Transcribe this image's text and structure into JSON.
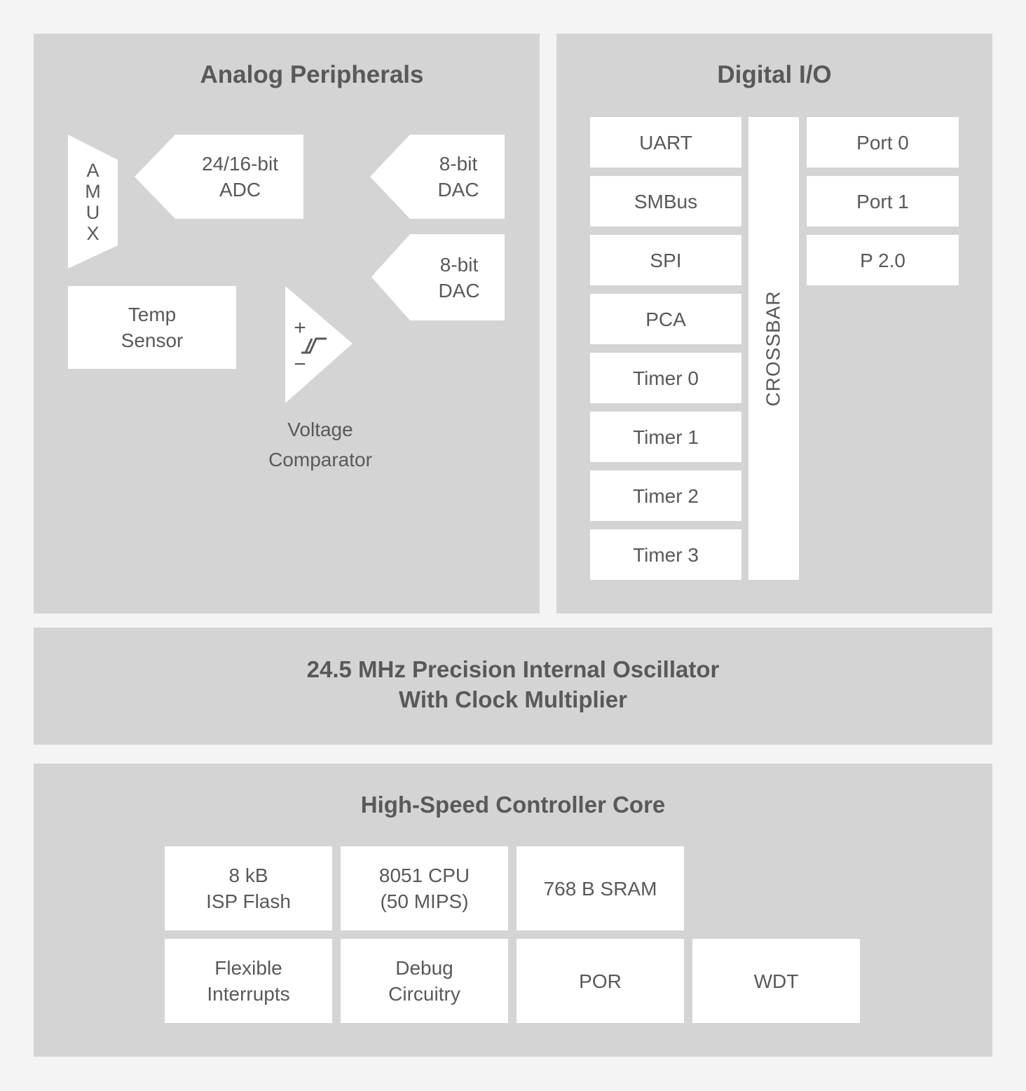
{
  "palette": {
    "page_bg": "#f4f4f4",
    "panel_bg": "#d4d4d4",
    "box_bg": "#ffffff",
    "text": "#58595b"
  },
  "analog": {
    "title": "Analog Peripherals",
    "amux_letters": [
      "A",
      "M",
      "U",
      "X"
    ],
    "adc_label": {
      "line1": "24/16-bit",
      "line2": "ADC"
    },
    "dac_top_label": {
      "line1": "8-bit",
      "line2": "DAC"
    },
    "dac_bottom_label": {
      "line1": "8-bit",
      "line2": "DAC"
    },
    "temp_sensor": {
      "line1": "Temp",
      "line2": "Sensor"
    },
    "comparator": {
      "plus_sign": "+",
      "minus_sign": "−",
      "hysteresis_icon": "schmitt-hysteresis",
      "label_line1": "Voltage",
      "label_line2": "Comparator"
    }
  },
  "digital": {
    "title": "Digital I/O",
    "peripherals": [
      "UART",
      "SMBus",
      "SPI",
      "PCA",
      "Timer 0",
      "Timer 1",
      "Timer 2",
      "Timer 3"
    ],
    "crossbar_label": "CROSSBAR",
    "ports": [
      "Port 0",
      "Port 1",
      "P 2.0"
    ]
  },
  "oscillator": {
    "line1": "24.5 MHz Precision Internal Oscillator",
    "line2": "With Clock Multiplier"
  },
  "core": {
    "title": "High-Speed Controller Core",
    "row1": [
      {
        "line1": "8 kB",
        "line2": "ISP Flash"
      },
      {
        "line1": "8051 CPU",
        "line2": "(50 MIPS)"
      },
      {
        "line1": "768 B SRAM"
      }
    ],
    "row2": [
      {
        "line1": "Flexible",
        "line2": "Interrupts"
      },
      {
        "line1": "Debug",
        "line2": "Circuitry"
      },
      {
        "line1": "POR"
      },
      {
        "line1": "WDT"
      }
    ]
  }
}
